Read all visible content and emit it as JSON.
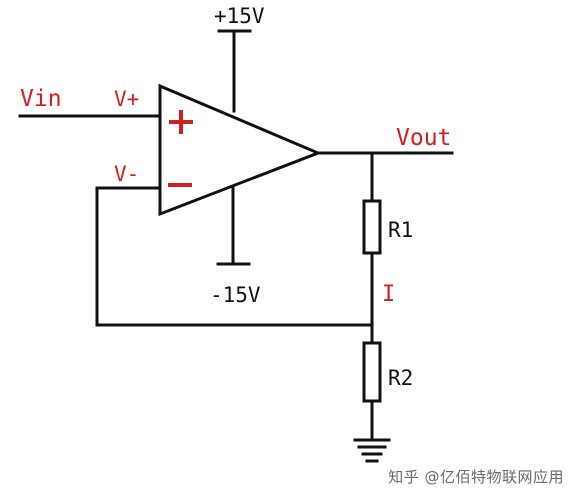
{
  "labels": {
    "supply_pos": "+15V",
    "supply_neg": "-15V",
    "input": "Vin",
    "noninverting": "V+",
    "inverting": "V-",
    "output": "Vout",
    "resistor_top": "R1",
    "resistor_bottom": "R2",
    "current": "I"
  },
  "watermark": "知乎 @亿佰特物联网应用",
  "colors": {
    "wire": "#111111",
    "accent_red": "#d02020",
    "background": "#ffffff",
    "watermark": "#6a6a6a"
  }
}
